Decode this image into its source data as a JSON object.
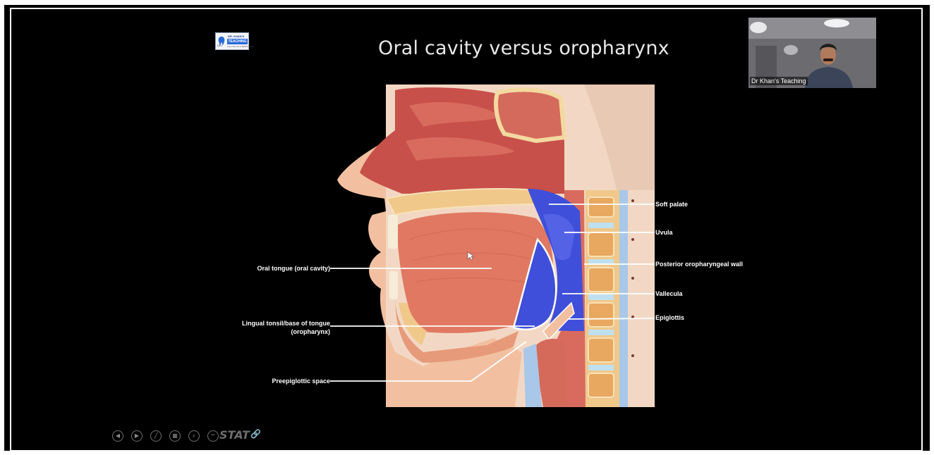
{
  "slide": {
    "title": "Oral cavity versus oropharynx",
    "logo": {
      "top_text": "DR. KHAN'S",
      "badge_text": "TEACHING",
      "mark_text": "DKT",
      "subtitle": "One of the Line of DENTAL Exams"
    }
  },
  "webcam": {
    "name": "Dr Khan's Teaching"
  },
  "labels": {
    "soft_palate": "Soft palate",
    "uvula": "Uvula",
    "posterior_wall": "Posterior oropharyngeal wall",
    "vallecula": "Vallecula",
    "epiglottis": "Epiglottis",
    "oral_tongue": "Oral tongue (oral cavity)",
    "lingual_tonsil_line1": "Lingual tonsil/base of tongue",
    "lingual_tonsil_line2": "(oropharynx)",
    "preepiglottic": "Preepiglottic space"
  },
  "toolbar": {
    "buttons": [
      {
        "icon": "previous-icon",
        "glyph": "◀"
      },
      {
        "icon": "next-icon",
        "glyph": "▶"
      },
      {
        "icon": "pen-icon",
        "glyph": "╱"
      },
      {
        "icon": "slides-icon",
        "glyph": "▦"
      },
      {
        "icon": "zoom-icon",
        "glyph": "⌕"
      },
      {
        "icon": "more-icon",
        "glyph": "•••"
      }
    ],
    "brand": "STAT",
    "link_icon": "link-icon"
  },
  "colors": {
    "background": "#000000",
    "frame": "#ffffff",
    "title_text": "#e8e8e8",
    "oropharynx_highlight": "#3f4fd9",
    "tissue": "#d9705e",
    "bone": "#f0c88a",
    "skin": "#f2c7a8"
  }
}
